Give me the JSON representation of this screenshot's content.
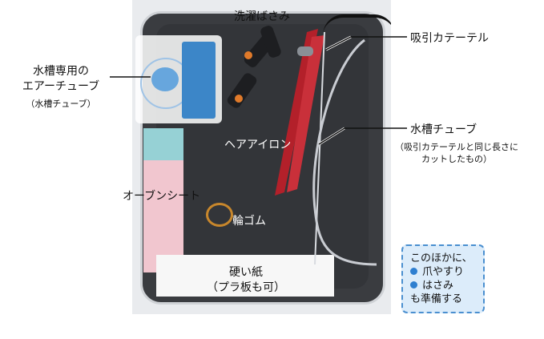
{
  "labels": {
    "laundry_clips": "洗濯ばさみ",
    "measuring_tape": "吸引カテーテル",
    "air_tube_line1": "水槽専用の",
    "air_tube_line2": "エアーチューブ",
    "air_tube_sub": "（水槽チューブ）",
    "tank_tube": "水槽チューブ",
    "tank_tube_sub_line1": "（吸引カテーテルと同じ長さに",
    "tank_tube_sub_line2": "カットしたもの）",
    "hair_iron": "ヘアアイロン",
    "oven_sheet": "オーブンシート",
    "rubber_band": "輪ゴム",
    "hard_paper_line1": "硬い紙",
    "hard_paper_line2": "（プラ板も可）"
  },
  "note": {
    "line1": "このほかに、",
    "items": [
      "爪やすり",
      "はさみ"
    ],
    "line_last": "も準備する"
  },
  "colors": {
    "mat": "#3a3c40",
    "iron": "#b3202a",
    "note_bg": "#dcecfa",
    "note_border": "#4a8fd0",
    "bullet": "#2e7fd0"
  }
}
